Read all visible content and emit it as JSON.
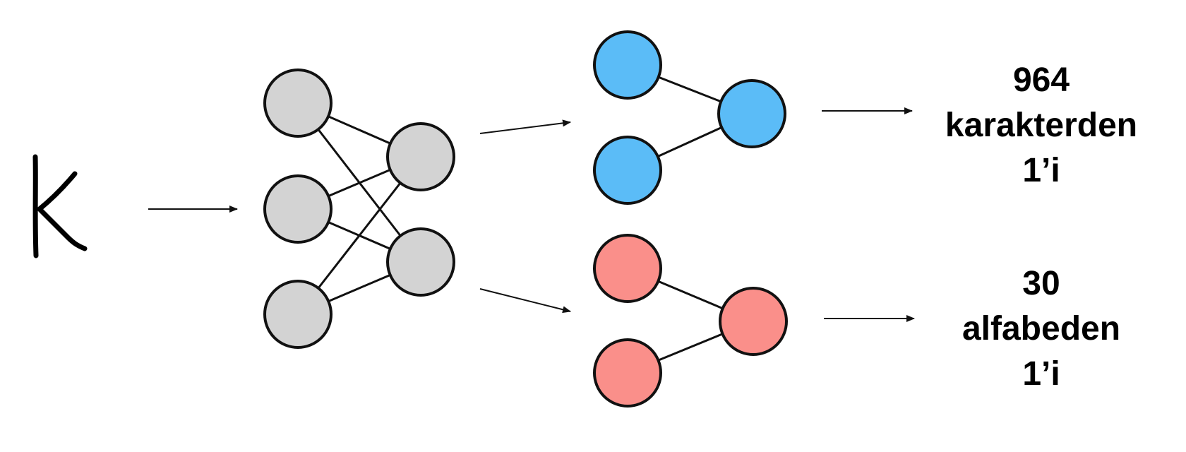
{
  "input_character": "K",
  "output_top": {
    "line1": "964",
    "line2": "karakterden",
    "line3": "1’i"
  },
  "output_bottom": {
    "line1": "30",
    "line2": "alfabeden",
    "line3": "1’i"
  },
  "colors": {
    "shared_nodes": "#d3d3d3",
    "top_head_nodes": "#5bbcf7",
    "bottom_head_nodes": "#fa8f8a",
    "stroke": "#111111"
  }
}
